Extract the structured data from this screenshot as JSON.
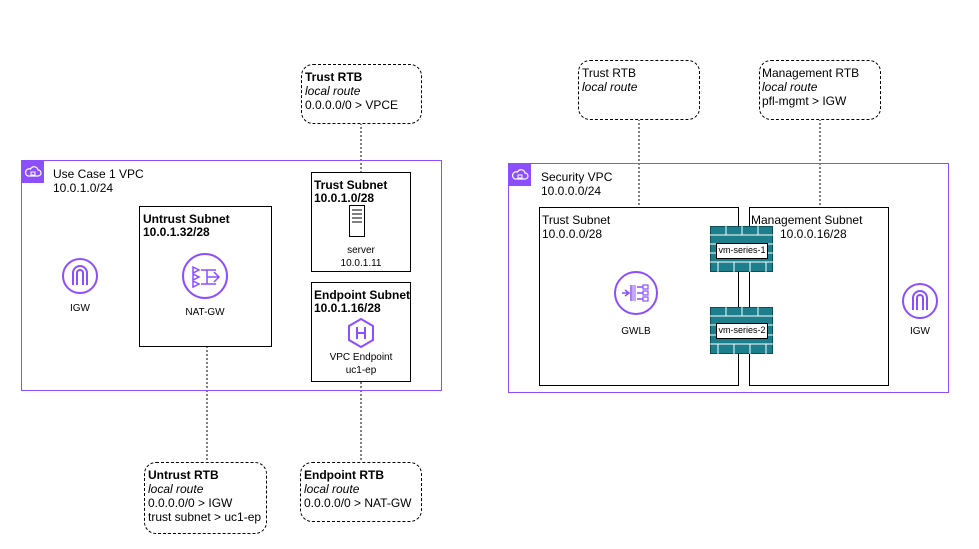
{
  "colors": {
    "vpc_border": "#8c4fff",
    "icon_purple": "#8c4fff",
    "firewall": "#1e7f8c"
  },
  "icons": {
    "vpc_badge": "cloud-lock-icon",
    "igw": "internet-gateway-icon",
    "nat": "nat-gateway-icon",
    "server": "server-icon",
    "endpoint": "vpc-endpoint-icon",
    "gwlb": "gateway-load-balancer-icon",
    "firewall": "firewall-icon"
  },
  "uc1": {
    "vpc": {
      "title": "Use Case 1 VPC",
      "cidr": "10.0.1.0/24"
    },
    "igw_label": "IGW",
    "untrust_subnet": {
      "title": "Untrust Subnet",
      "cidr": "10.0.1.32/28",
      "nat_label": "NAT-GW"
    },
    "trust_subnet": {
      "title": "Trust Subnet",
      "cidr": "10.0.1.0/28",
      "server_name": "server",
      "server_ip": "10.0.1.11"
    },
    "endpoint_subnet": {
      "title": "Endpoint Subnet",
      "cidr": "10.0.1.16/28",
      "endpoint_name": "VPC Endpoint",
      "endpoint_id": "uc1-ep"
    },
    "trust_rtb": {
      "title": "Trust RTB",
      "sub": "local route",
      "route1": "0.0.0.0/0 > VPCE"
    },
    "untrust_rtb": {
      "title": "Untrust RTB",
      "sub": "local route",
      "route1": "0.0.0.0/0 > IGW",
      "route2": "trust subnet > uc1-ep"
    },
    "endpoint_rtb": {
      "title": "Endpoint RTB",
      "sub": "local route",
      "route1": "0.0.0.0/0 > NAT-GW"
    }
  },
  "sec": {
    "vpc": {
      "title": "Security VPC",
      "cidr": "10.0.0.0/24"
    },
    "trust_subnet": {
      "title": "Trust Subnet",
      "cidr": "10.0.0.0/28",
      "gwlb_label": "GWLB"
    },
    "mgmt_subnet": {
      "title": "Management Subnet",
      "cidr": "10.0.0.16/28"
    },
    "fw1_label": "vm-series-1",
    "fw2_label": "vm-series-2",
    "igw_label": "IGW",
    "trust_rtb": {
      "title": "Trust RTB",
      "sub": "local route"
    },
    "mgmt_rtb": {
      "title": "Management RTB",
      "sub": "local route",
      "route1": "pfl-mgmt > IGW"
    }
  }
}
